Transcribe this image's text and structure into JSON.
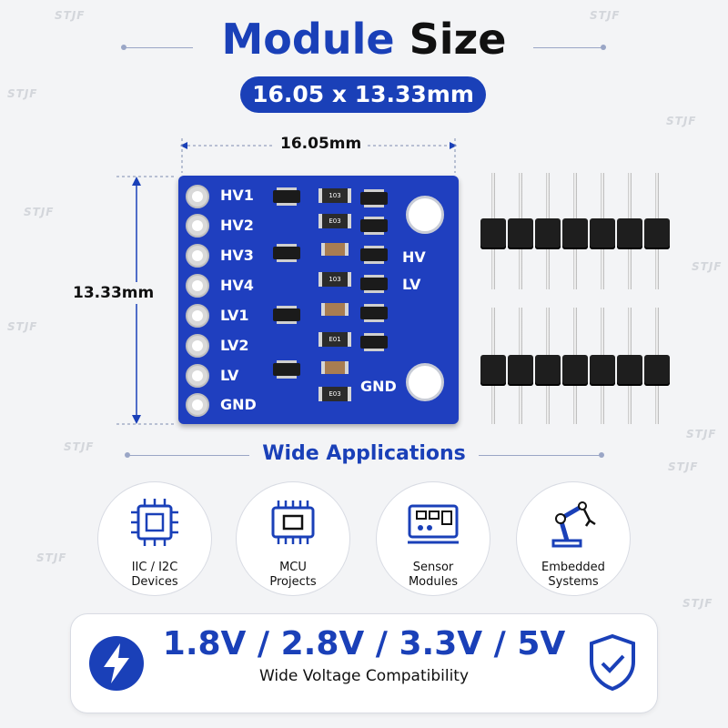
{
  "watermark": "STJF",
  "header": {
    "title_part1": "Module",
    "title_part2": "Size",
    "size": "16.05 x 13.33mm"
  },
  "dimensions": {
    "width_label": "16.05mm",
    "height_label": "13.33mm"
  },
  "board": {
    "pins": [
      "HV1",
      "HV2",
      "HV3",
      "HV4",
      "LV1",
      "LV2",
      "LV",
      "GND"
    ],
    "right_labels": {
      "hv": "HV",
      "lv": "LV",
      "gnd": "GND"
    },
    "resistor_codes": [
      "103",
      "E03",
      "103",
      "E01",
      "E03"
    ]
  },
  "applications": {
    "title": "Wide Applications",
    "items": [
      {
        "label_line1": "IIC / I2C",
        "label_line2": "Devices",
        "icon": "chip-icon"
      },
      {
        "label_line1": "MCU",
        "label_line2": "Projects",
        "icon": "mcu-icon"
      },
      {
        "label_line1": "Sensor",
        "label_line2": "Modules",
        "icon": "sensor-board-icon"
      },
      {
        "label_line1": "Embedded",
        "label_line2": "Systems",
        "icon": "robot-arm-icon"
      }
    ]
  },
  "voltage": {
    "main": "1.8V / 2.8V / 3.3V / 5V",
    "subtitle": "Wide Voltage Compatibility"
  },
  "colors": {
    "brand_blue": "#1a40b8",
    "board_blue": "#1f3fbf"
  }
}
